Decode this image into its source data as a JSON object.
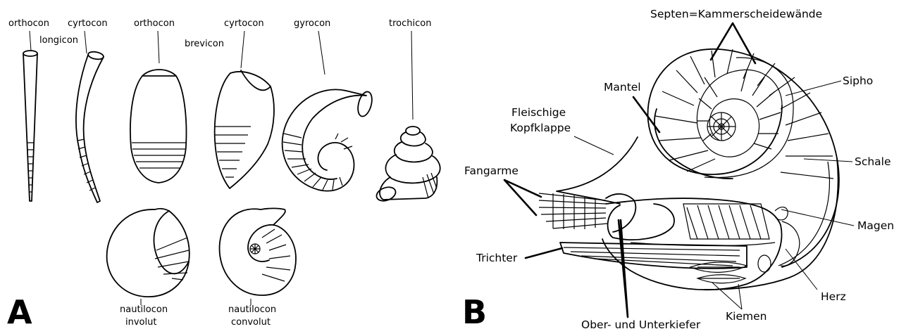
{
  "panel_a": {
    "letter": "A",
    "labels": {
      "orthocon_1": "orthocon",
      "cyrtocon_1": "cyrtocon",
      "longicon": "longicon",
      "orthocon_2": "orthocon",
      "brevicon": "brevicon",
      "cyrtocon_2": "cyrtocon",
      "gyrocon": "gyrocon",
      "trochicon": "trochicon",
      "nautilocon_involut_1": "nautilocon",
      "nautilocon_involut_2": "involut",
      "nautilocon_convolut_1": "nautilocon",
      "nautilocon_convolut_2": "convolut"
    }
  },
  "panel_b": {
    "letter": "B",
    "labels": {
      "septen": "Septen=Kammerscheidewände",
      "sipho": "Sipho",
      "mantel": "Mantel",
      "kopfklappe_1": "Fleischige",
      "kopfklappe_2": "Kopfklappe",
      "schale": "Schale",
      "fangarme": "Fangarme",
      "magen": "Magen",
      "trichter": "Trichter",
      "herz": "Herz",
      "kiemen": "Kiemen",
      "kiefer": "Ober- und Unterkiefer"
    }
  }
}
